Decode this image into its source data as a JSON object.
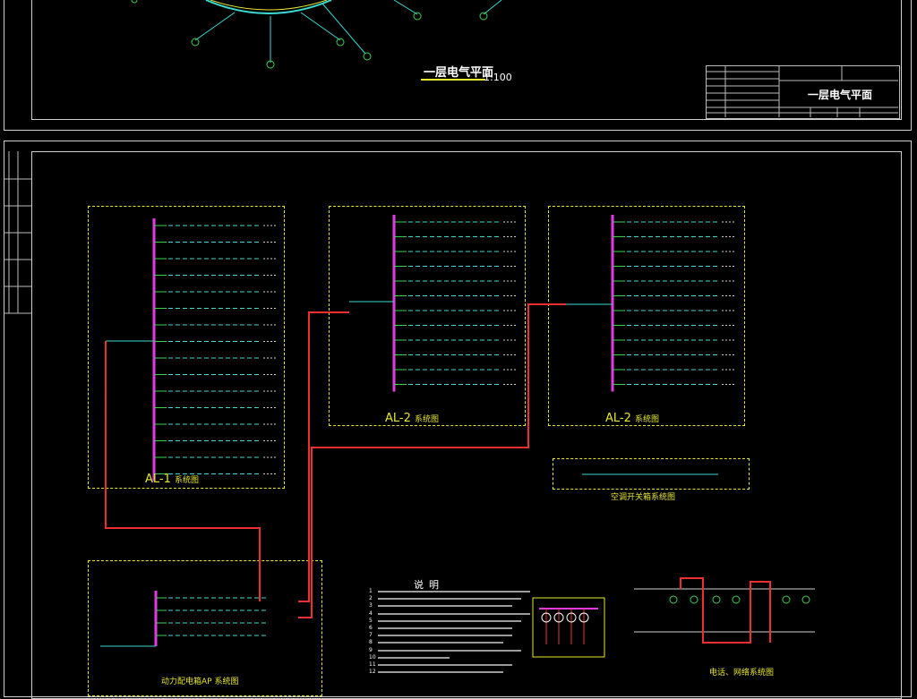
{
  "floor_plan": {
    "title": "一层电气平面",
    "scale": "1:100"
  },
  "title_block": {
    "drawing_title": "一层电气平面"
  },
  "panels": {
    "al1": {
      "title": "AL-1",
      "suffix": "系统图"
    },
    "al2": {
      "title": "AL-2",
      "suffix": "系统图"
    },
    "al3": {
      "title": "AL-2",
      "suffix": "系统图"
    },
    "switchbox": {
      "title": "空调开关箱系统图"
    },
    "ap": {
      "title": "动力配电箱AP 系统图"
    }
  },
  "notes": {
    "title": "说明",
    "numbers": [
      "1",
      "2",
      "3",
      "4",
      "5",
      "6",
      "7",
      "8",
      "9",
      "10",
      "11",
      "12"
    ]
  },
  "network": {
    "title": "电话、网络系统图"
  },
  "colors": {
    "busbar": "#e13ce1",
    "feeder": "#ee2f2f",
    "border": "#e6e62e",
    "circuit": "#3adbd0",
    "breaker": "#3ad24a"
  }
}
